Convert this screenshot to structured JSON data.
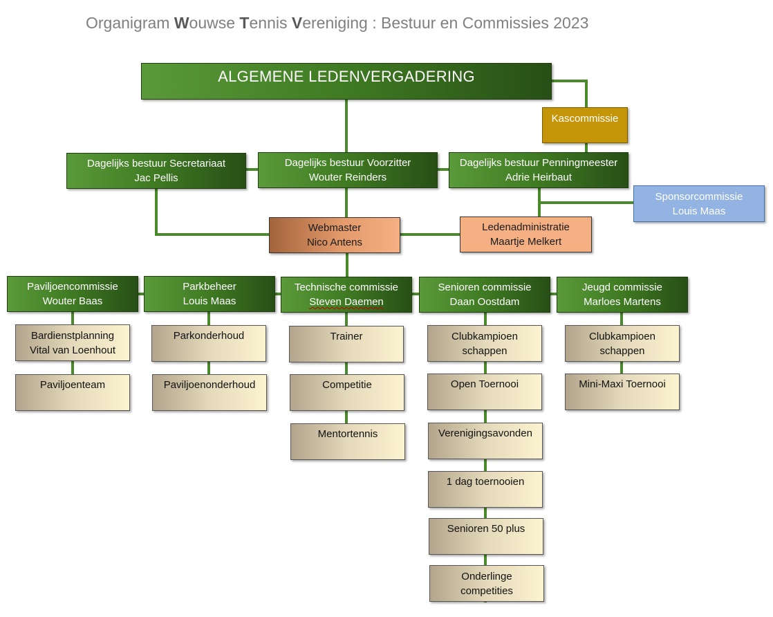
{
  "title": {
    "w1": "Organigram ",
    "b1": "W",
    "w2": "ouwse ",
    "b2": "T",
    "w3": "ennis ",
    "b3": "V",
    "w4": "ereniging : Bestuur en Commissies 2023"
  },
  "alv": "ALGEMENE LEDENVERGADERING",
  "kascommissie": "Kascommissie",
  "bestuur": {
    "secretariaat": {
      "role": "Dagelijks bestuur Secretariaat",
      "name": "Jac Pellis"
    },
    "voorzitter": {
      "role": "Dagelijks bestuur Voorzitter",
      "name": "Wouter Reinders"
    },
    "penningmeester": {
      "role": "Dagelijks bestuur Penningmeester",
      "name": "Adrie Heirbaut"
    }
  },
  "sponsor": {
    "role": "Sponsorcommissie",
    "name": "Louis Maas"
  },
  "webmaster": {
    "role": "Webmaster",
    "name": "Nico Antens"
  },
  "ledenadmin": {
    "role": "Ledenadministratie",
    "name": "Maartje Melkert"
  },
  "commissies": {
    "paviljoen": {
      "role": "Paviljoencommissie",
      "name": "Wouter Baas",
      "subs": [
        "Bardienstplanning",
        "Vital van Loenhout",
        "Paviljoenteam"
      ]
    },
    "park": {
      "role": "Parkbeheer",
      "name": "Louis Maas",
      "subs": [
        "Parkonderhoud",
        "Paviljoenonderhoud"
      ]
    },
    "technisch": {
      "role": "Technische commissie",
      "name": "Steven Daemen",
      "subs": [
        "Trainer",
        "Competitie",
        "Mentortennis"
      ]
    },
    "senioren": {
      "role": "Senioren commissie",
      "name": "Daan Oostdam",
      "subs": [
        "Clubkampioen",
        "schappen",
        "Open Toernooi",
        "Verenigingsavonden",
        "1 dag toernooien",
        "Senioren 50 plus",
        "Onderlinge",
        "competities"
      ]
    },
    "jeugd": {
      "role": "Jeugd commissie",
      "name": "Marloes Martens",
      "subs": [
        "Clubkampioen",
        "schappen",
        "Mini-Maxi Toernooi"
      ]
    }
  },
  "colors": {
    "green_dark": "#274f16",
    "green_light": "#5a9a3a",
    "line": "#4a8a2a",
    "gold": "#c49508",
    "blue": "#93b3e3",
    "peach": "#f4b083",
    "tan": "#e4d9ba"
  }
}
